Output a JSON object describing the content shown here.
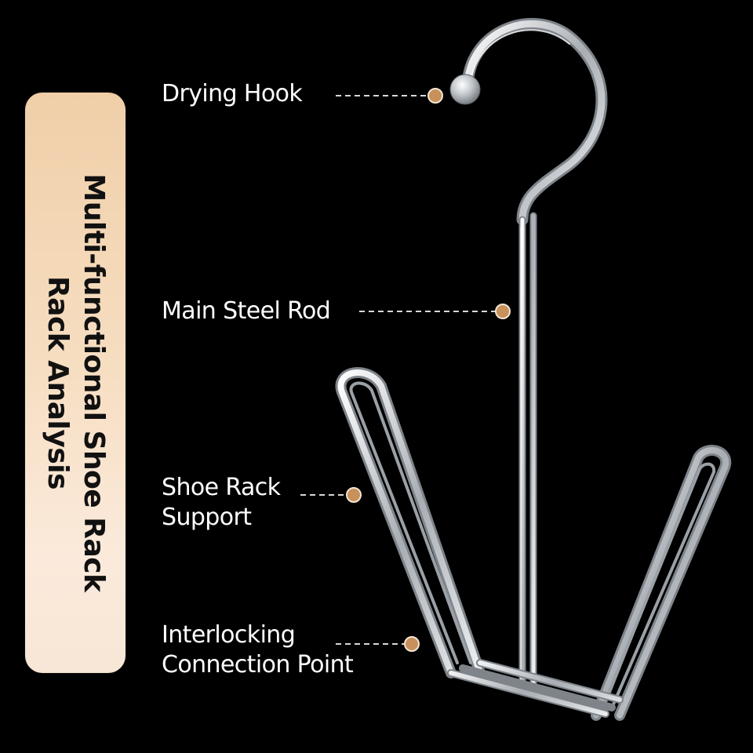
{
  "title": "Multi-functional Shoe Rack\nRack Analysis",
  "callouts": [
    {
      "id": "drying-hook",
      "label": "Drying Hook"
    },
    {
      "id": "main-steel-rod",
      "label": "Main Steel Rod"
    },
    {
      "id": "shoe-rack-support",
      "label": "Shoe Rack\nSupport"
    },
    {
      "id": "interlocking-connection-point",
      "label": "Interlocking\nConnection Point"
    }
  ],
  "colors": {
    "background": "#000000",
    "callout_dot": "#c8905a",
    "leader_line": "#d8d8d8",
    "title_pill_top": "#f0cfa8",
    "title_pill_bottom": "#f8e6d6",
    "steel": "#c9cdd2"
  }
}
